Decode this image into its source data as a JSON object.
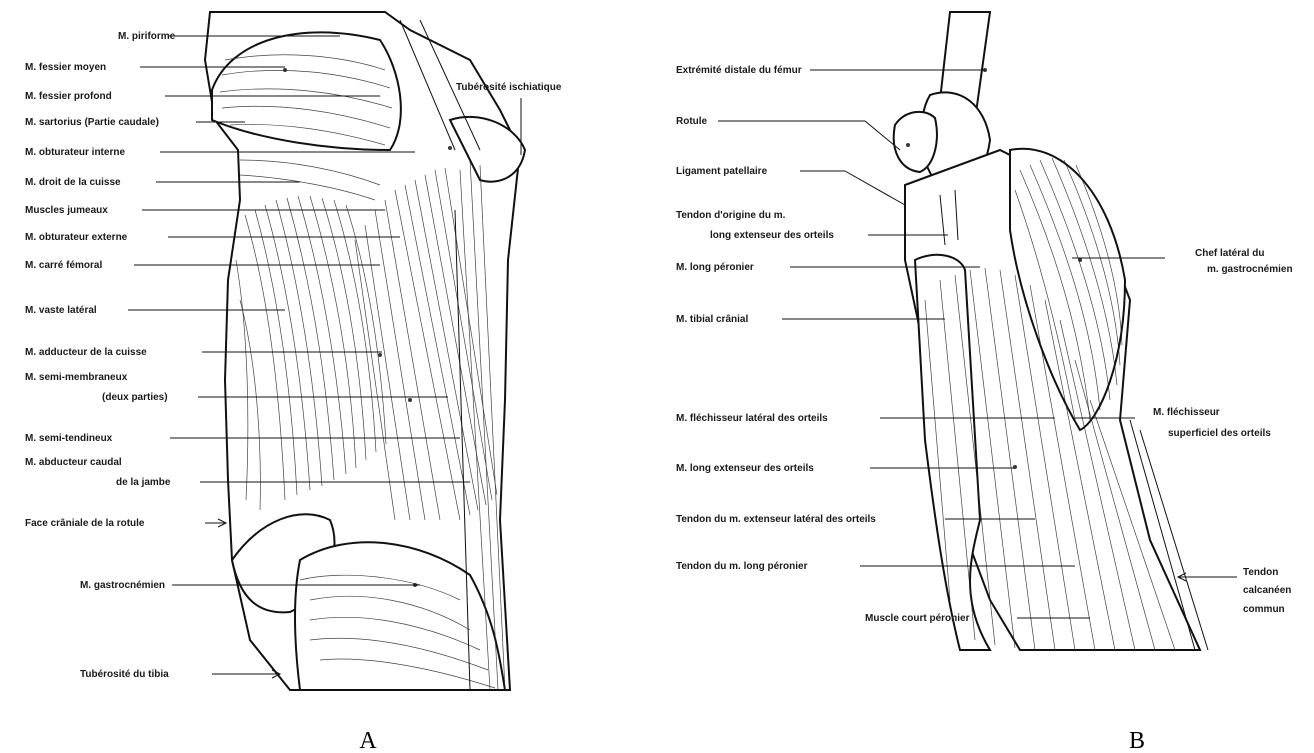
{
  "panel_a": {
    "caption": "A",
    "labels": [
      "M. piriforme",
      "M. fessier moyen",
      "M. fessier profond",
      "M. sartorius (Partie caudale)",
      "M. obturateur interne",
      "M. droit de la cuisse",
      "Muscles jumeaux",
      "M. obturateur externe",
      "M. carré fémoral",
      "M. vaste latéral",
      "M. adducteur de la cuisse",
      "M. semi-membraneux",
      "(deux parties)",
      "M. semi-tendineux",
      "M. abducteur caudal",
      "de la jambe",
      "Face crâniale de la rotule",
      "M. gastrocnémien",
      "Tubérosité du tibia",
      "Tubérosité ischiatique"
    ]
  },
  "panel_b": {
    "caption": "B",
    "labels": [
      "Extrémité distale du fémur",
      "Rotule",
      "Ligament patellaire",
      "Tendon d'origine du m.",
      "long extenseur des orteils",
      "M. long péronier",
      "M. tibial crânial",
      "M. fléchisseur latéral des orteils",
      "M. long extenseur des orteils",
      "Tendon du m. extenseur latéral des orteils",
      "Tendon du m. long péronier",
      "Muscle court péronier",
      "Chef latéral du",
      "m. gastrocnémien",
      "M. fléchisseur",
      "superficiel des orteils",
      "Tendon",
      "calcanéen",
      "commun"
    ]
  }
}
